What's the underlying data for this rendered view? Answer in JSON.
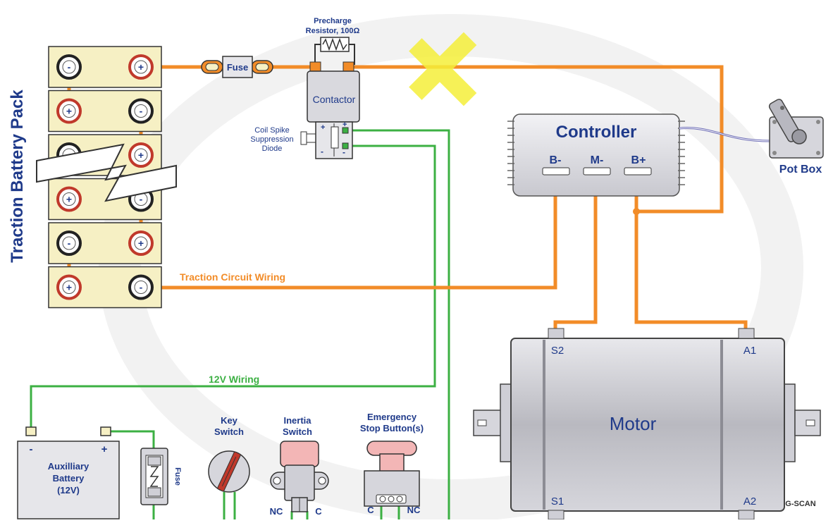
{
  "labels": {
    "pack_title": "Traction Battery Pack",
    "fuse_main": "Fuse",
    "precharge_line1": "Precharge",
    "precharge_line2": "Resistor, 100Ω",
    "contactor": "Contactor",
    "coil_line1": "Coil Spike",
    "coil_line2": "Suppression",
    "coil_line3": "Diode",
    "controller": "Controller",
    "ctrl_b_minus": "B-",
    "ctrl_m_minus": "M-",
    "ctrl_b_plus": "B+",
    "pot_box": "Pot Box",
    "traction_wiring": "Traction Circuit Wiring",
    "wiring_12v": "12V Wiring",
    "aux_line1": "Auxilliary",
    "aux_line2": "Battery",
    "aux_line3": "(12V)",
    "aux_minus": "-",
    "aux_plus": "+",
    "fuse_small": "Fuse",
    "key_line1": "Key",
    "key_line2": "Switch",
    "inertia_line1": "Inertia",
    "inertia_line2": "Switch",
    "emerg_line1": "Emergency",
    "emerg_line2": "Stop Button(s)",
    "nc_left": "NC",
    "c_left": "C",
    "c_right": "C",
    "nc_right": "NC",
    "motor": "Motor",
    "s2": "S2",
    "a1": "A1",
    "s1": "S1",
    "a2": "A2",
    "watermark": "G-SCAN"
  },
  "battery_cells": [
    {
      "left": "-",
      "right": "+"
    },
    {
      "left": "+",
      "right": "-"
    },
    {
      "left": "-",
      "right": "+"
    },
    {
      "left": "+",
      "right": "-"
    },
    {
      "left": "-",
      "right": "+"
    },
    {
      "left": "+",
      "right": "-"
    }
  ],
  "colors": {
    "traction_wire": "#f28c28",
    "wiring_12v": "#3cb043",
    "label_navy": "#1f3a8a",
    "cross_mark": "#f5ef3a",
    "cell_fill": "#f6f0c4",
    "terminal_ring": "#c0392b"
  }
}
